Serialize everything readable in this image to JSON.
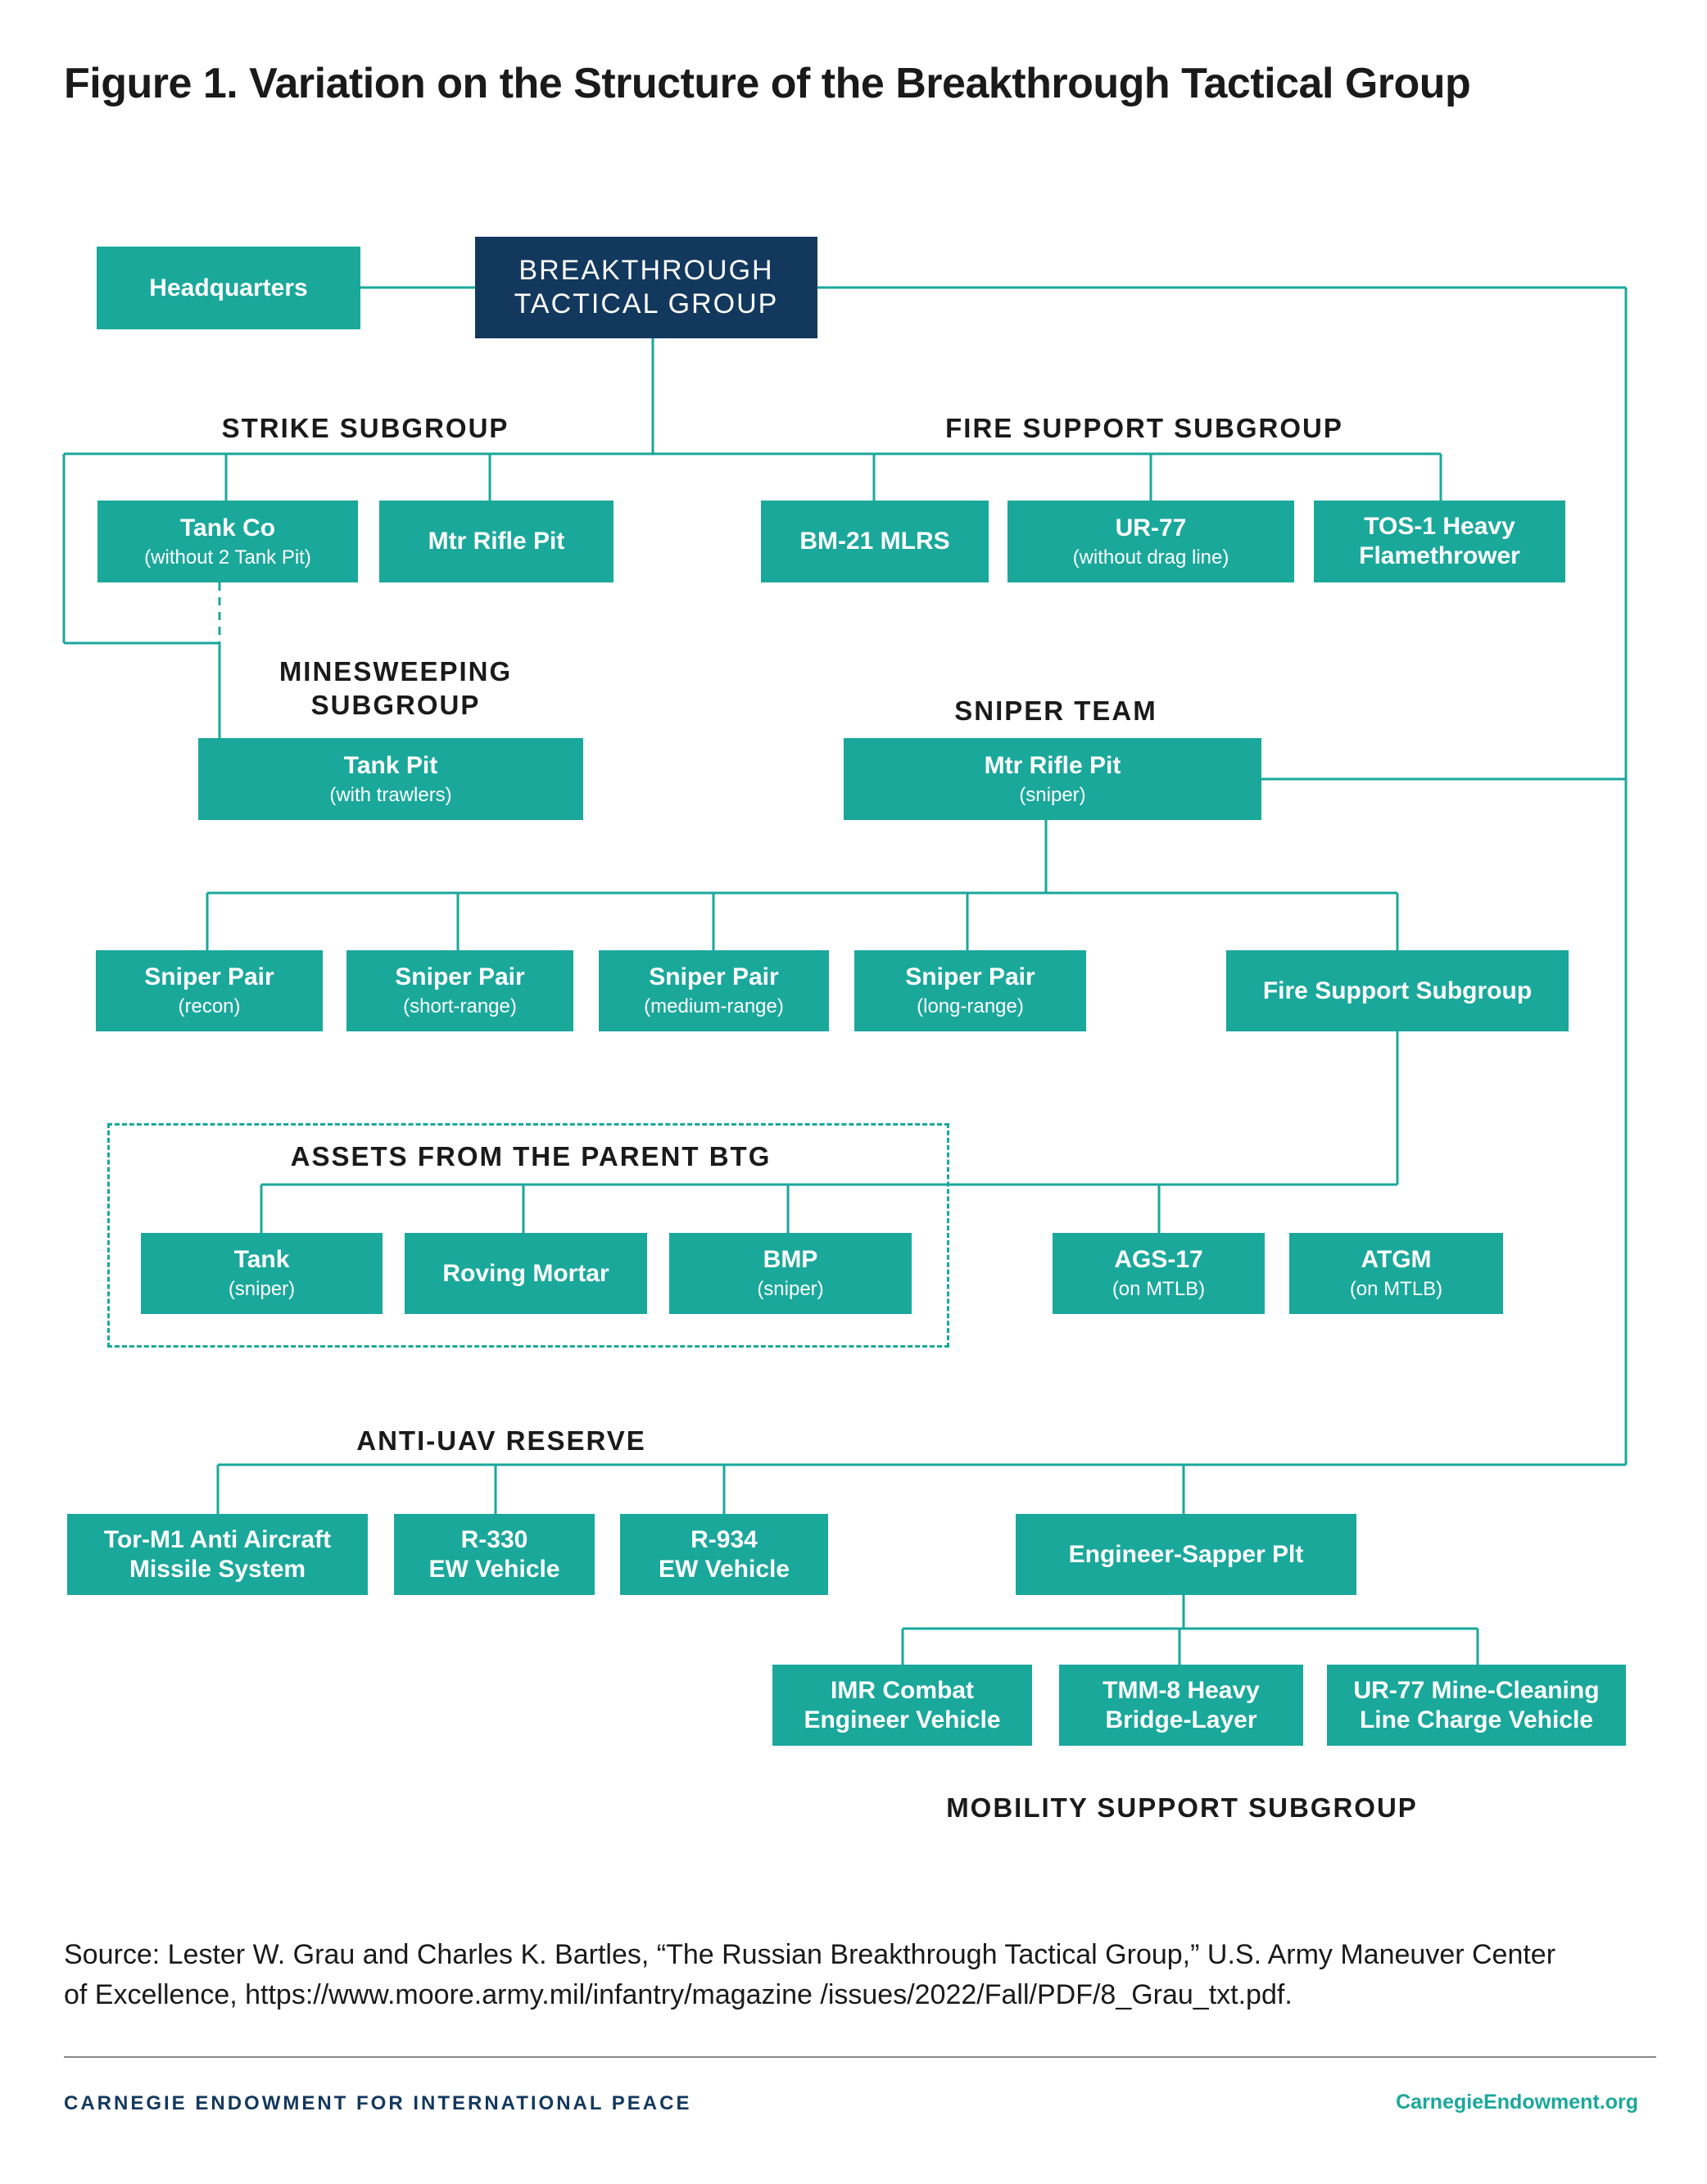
{
  "title": "Figure 1. Variation on the Structure of the Breakthrough Tactical Group",
  "nodes": {
    "headquarters": {
      "title": "Headquarters"
    },
    "btg": {
      "line1": "BREAKTHROUGH",
      "line2": "TACTICAL GROUP"
    },
    "tank_co": {
      "title": "Tank Co",
      "sub": "(without 2 Tank Pit)"
    },
    "mtr_rifle_pit": {
      "title": "Mtr Rifle Pit"
    },
    "bm21": {
      "title": "BM-21 MLRS"
    },
    "ur77": {
      "title": "UR-77",
      "sub": "(without drag line)"
    },
    "tos1": {
      "line1": "TOS-1 Heavy",
      "line2": "Flamethrower"
    },
    "tank_pit": {
      "title": "Tank Pit",
      "sub": "(with trawlers)"
    },
    "sniper_mrp": {
      "title": "Mtr Rifle Pit",
      "sub": "(sniper)"
    },
    "sp_recon": {
      "title": "Sniper Pair",
      "sub": "(recon)"
    },
    "sp_short": {
      "title": "Sniper Pair",
      "sub": "(short-range)"
    },
    "sp_medium": {
      "title": "Sniper Pair",
      "sub": "(medium-range)"
    },
    "sp_long": {
      "title": "Sniper Pair",
      "sub": "(long-range)"
    },
    "fire_support_sub": {
      "title": "Fire Support Subgroup"
    },
    "tank_sniper": {
      "title": "Tank",
      "sub": "(sniper)"
    },
    "roving_mortar": {
      "title": "Roving Mortar"
    },
    "bmp_sniper": {
      "title": "BMP",
      "sub": "(sniper)"
    },
    "ags17": {
      "title": "AGS-17",
      "sub": "(on MTLB)"
    },
    "atgm": {
      "title": "ATGM",
      "sub": "(on MTLB)"
    },
    "tor_m1": {
      "line1": "Tor-M1 Anti Aircraft",
      "line2": "Missile System"
    },
    "r330": {
      "line1": "R-330",
      "line2": "EW Vehicle"
    },
    "r934": {
      "line1": "R-934",
      "line2": "EW Vehicle"
    },
    "eng_sapper": {
      "title": "Engineer-Sapper Plt"
    },
    "imr": {
      "line1": "IMR Combat",
      "line2": "Engineer Vehicle"
    },
    "tmm8": {
      "line1": "TMM-8 Heavy",
      "line2": "Bridge-Layer"
    },
    "ur77_mine": {
      "line1": "UR-77 Mine-Cleaning",
      "line2": "Line Charge Vehicle"
    }
  },
  "labels": {
    "strike": "STRIKE SUBGROUP",
    "fire_support": "FIRE SUPPORT SUBGROUP",
    "minesweeping_1": "MINESWEEPING",
    "minesweeping_2": "SUBGROUP",
    "sniper_team": "SNIPER TEAM",
    "assets": "ASSETS FROM THE PARENT BTG",
    "anti_uav": "ANTI-UAV RESERVE",
    "mobility": "MOBILITY SUPPORT SUBGROUP"
  },
  "source": {
    "line1": "Source: Lester W. Grau and Charles K. Bartles, “The Russian Breakthrough Tactical Group,” U.S. Army Maneuver Center",
    "line2": "of Excellence, https://www.moore.army.mil/infantry/magazine /issues/2022/Fall/PDF/8_Grau_txt.pdf."
  },
  "footer": {
    "org": "CARNEGIE ENDOWMENT FOR INTERNATIONAL PEACE",
    "url": "CarnegieEndowment.org"
  },
  "colors": {
    "teal": "#1aa89b",
    "navy": "#13385e",
    "connector": "#1aa89b"
  }
}
